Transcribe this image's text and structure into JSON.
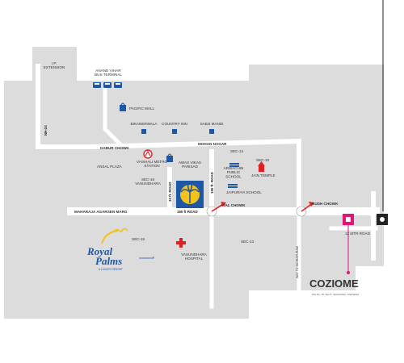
{
  "colors": {
    "background_area": "#dcdcdc",
    "road": "#ffffff",
    "accent_pink": "#e0157a",
    "accent_red": "#e02020",
    "icon_blue": "#1d57a6",
    "logo_yellow": "#f3c21c"
  },
  "labels": {
    "ip_extension": "I.P.\nEXTENSION",
    "anand_vihar": "ANAND VIHAR\nBUS TERMINAL",
    "pacific_mall": "PACIFIC MALL",
    "bikanerwala": "BIKANERWALA",
    "country_inn": "COUNTRY INN",
    "sabji_mandi": "SABJI MANDI",
    "nh24": "NH-24",
    "dabur_chowk": "DABUR CHOWK",
    "mohan_nagar": "MOHAN NAGAR",
    "vaishali_metro": "VAISHALI METRO\nSTATION",
    "ansal_plaza": "ANSAL PLAZA",
    "sec14": "SEC-14",
    "sec10": "SEC-10",
    "arwachin": "ARWACHIN\nPUBLIC\nSCHOOL",
    "jain_temple": "JAIN TEMPLE",
    "awas_vikas": "AWAS VIKAS\nPARISAD",
    "sec16": "SEC-16\nVASUNDHARA",
    "jaipuriya": "JAIPURIYA SCHOOL",
    "road40": "40 ft. ROAD",
    "road150v": "150 ft. ROAD",
    "maharaja": "MAHARAJA AGARSEN MARG",
    "road150h": "150 ft ROAD",
    "atal_chowk": "ATAL CHOWK",
    "budh_chowk": "BUDH CHOWK",
    "sec15": "SEC-15",
    "vasundhara_hospital": "VASUNDHARA\nHOSPITAL",
    "sec13": "SEC-13",
    "indirapuram": "WAY TO INDIRAPURAM",
    "road12": "12 MTR ROAD"
  },
  "royal_palms": {
    "line1": "Royal",
    "line2": "Palms",
    "tagline": "A LUXURY RESORT"
  },
  "coziome": {
    "title": "COZIOME",
    "address": "Plot No. 15, Sec-5, Vasundhara, Ghaziabad"
  }
}
